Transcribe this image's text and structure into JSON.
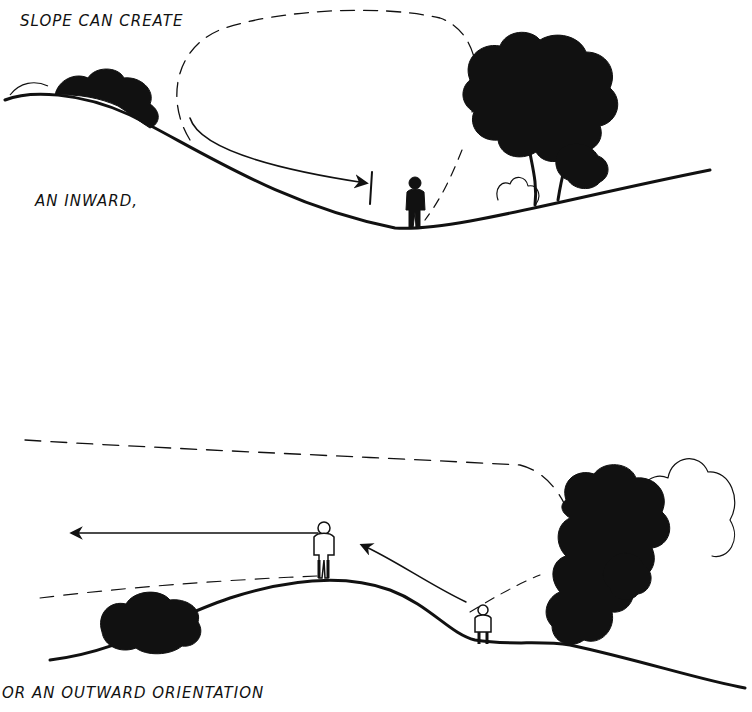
{
  "diagram": {
    "labels": [
      "SLOPE CAN CREATE",
      "AN INWARD,",
      "OR AN OUTWARD ORIENTATION"
    ]
  }
}
